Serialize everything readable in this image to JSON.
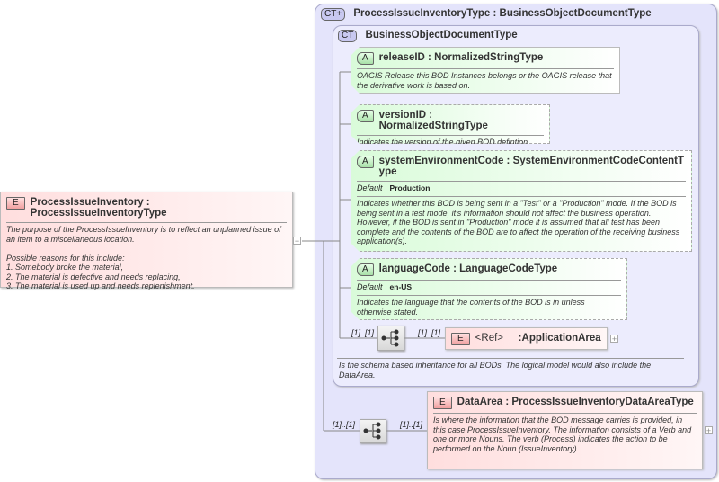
{
  "root": {
    "badge": "E",
    "name": "ProcessIssueInventory",
    "type": "ProcessIssueInventoryType",
    "description": "The purpose of the ProcessIssueInventory is to reflect an unplanned issue of an item to a miscellaneous location.\n\nPossible reasons for this include:\n1. Somebody broke the material,\n2. The material is defective and needs replacing,\n3. The material is used up and needs replenishment.",
    "toggle": "−"
  },
  "outer_type": {
    "badge": "CT+",
    "name": "ProcessIssueInventoryType",
    "base": "BusinessObjectDocumentType"
  },
  "inner_type": {
    "badge": "CT",
    "name": "BusinessObjectDocumentType",
    "description": "Is the schema based inheritance for all BODs. The logical model would also include the DataArea."
  },
  "attributes": [
    {
      "badge": "A",
      "name": "releaseID",
      "type": "NormalizedStringType",
      "description": "OAGIS Release this BOD Instances belongs or the OAGIS release that the derivative work is based on."
    },
    {
      "badge": "A",
      "name": "versionID",
      "type": "NormalizedStringType",
      "description": "Indicates the version of the given BOD defintion."
    },
    {
      "badge": "A",
      "name": "systemEnvironmentCode",
      "type": "SystemEnvironmentCodeContentType",
      "default_label": "Default",
      "default_value": "Production",
      "description": "Indicates whether this BOD is being sent in a \"Test\" or a \"Production\" mode. If the BOD is being sent in a test mode, it's information should not affect the business operation. However, if the BOD is sent in \"Production\" mode it is assumed that all test has been complete and the contents of the BOD are to affect the operation of the receiving business application(s)."
    },
    {
      "badge": "A",
      "name": "languageCode",
      "type": "LanguageCodeType",
      "default_label": "Default",
      "default_value": "en-US",
      "description": "Indicates the language that the contents of the BOD is in unless otherwise stated."
    }
  ],
  "application_area": {
    "seq_multiplicity": "[1]..[1]",
    "multiplicity": "[1]..[1]",
    "badge": "E",
    "name": "<Ref>",
    "type": "ApplicationArea",
    "toggle": "+"
  },
  "data_area": {
    "seq_multiplicity": "[1]..[1]",
    "multiplicity": "[1]..[1]",
    "badge": "E",
    "name": "DataArea",
    "type": "ProcessIssueInventoryDataAreaType",
    "description": "Is where the information that the BOD message carries is provided, in this case ProcessIssueInventory. The information consists of a Verb and one or more Nouns. The verb (Process) indicates the action to be performed on the Noun (IssueInventory).",
    "toggle": "+"
  },
  "colors": {
    "element": "#ffdede",
    "attribute": "#d9fbd9",
    "complex_type": "#e4e4fb"
  }
}
